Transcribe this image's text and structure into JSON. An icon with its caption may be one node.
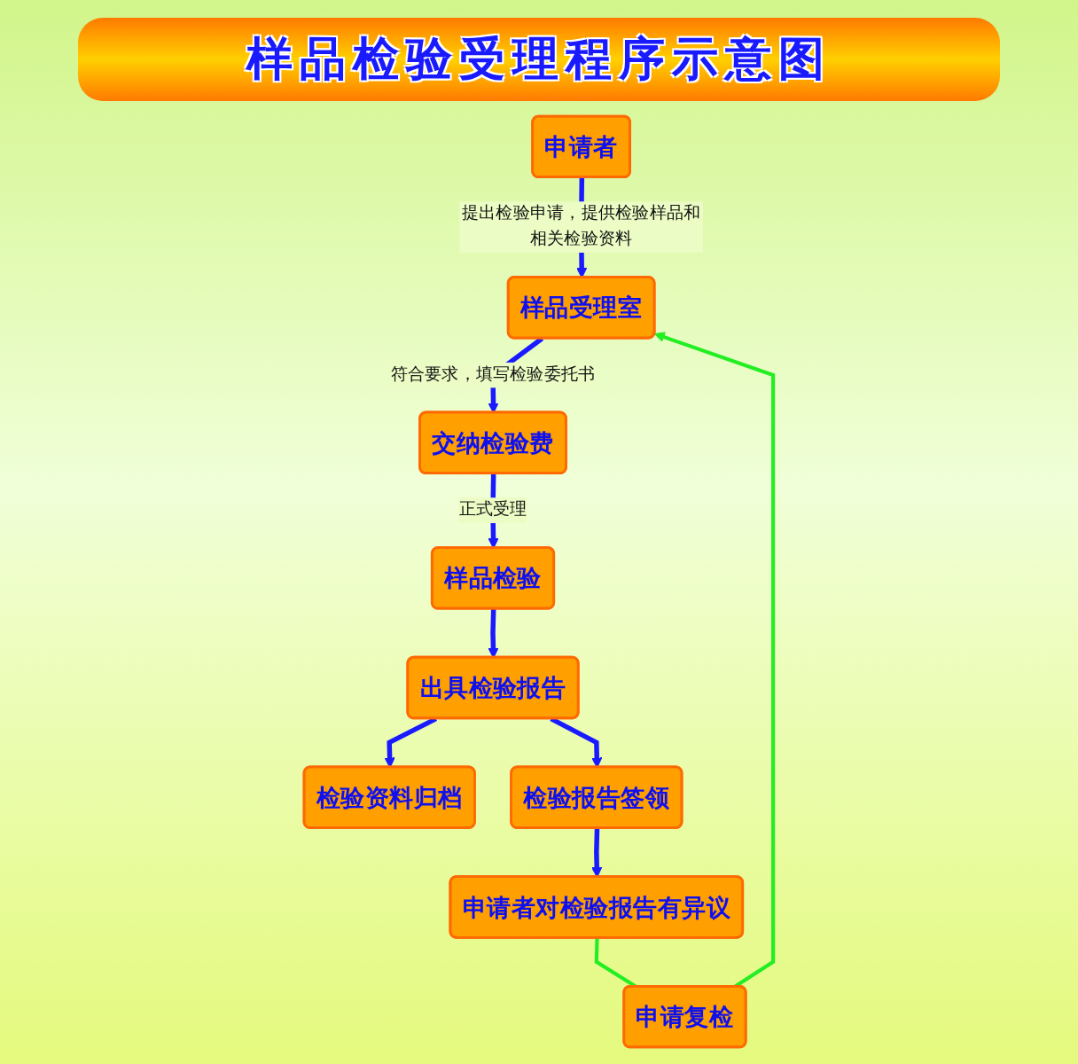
{
  "diagram": {
    "title": "样品检验受理程序示意图",
    "nodes": [
      {
        "text": [
          "申请者"
        ]
      },
      {
        "text": [
          "样品受理室"
        ]
      },
      {
        "text": [
          "交纳检验费"
        ]
      },
      {
        "text": [
          "样品检验"
        ]
      },
      {
        "text": [
          "出具检验报告"
        ]
      },
      {
        "text": [
          "检验资料归档"
        ]
      },
      {
        "text": [
          "检验报告签领"
        ]
      },
      {
        "text": [
          "申请者对检验报告有异议"
        ]
      },
      {
        "text": [
          "申请复检"
        ]
      }
    ],
    "edges": [
      {
        "from": 0,
        "to": 1,
        "arrow": "to",
        "label": "提出检验申请，提供检验样品和相关检验资料"
      },
      {
        "from": 1,
        "to": 2,
        "arrow": "to",
        "label": "符合要求，填写检验委托书"
      },
      {
        "from": 2,
        "to": 3,
        "arrow": "to",
        "label": "正式受理"
      },
      {
        "from": 3,
        "to": 4,
        "arrow": "to"
      },
      {
        "from": 4,
        "to": 5,
        "arrow": "to"
      },
      {
        "from": 4,
        "to": 6,
        "arrow": "to"
      },
      {
        "from": 6,
        "to": 7,
        "arrow": "to"
      },
      {
        "from": 7,
        "to": 8,
        "arrow": "none",
        "color": "#22ee22"
      },
      {
        "from": 8,
        "to": 1,
        "arrow": "to",
        "color": "#22ee22"
      }
    ]
  }
}
